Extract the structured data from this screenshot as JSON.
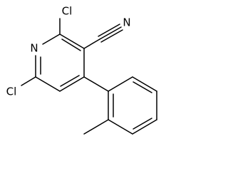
{
  "structure": {
    "atoms": {
      "cl_top": "Cl",
      "cl_bottom": "Cl",
      "n_ring": "N",
      "n_nitrile": "N"
    }
  },
  "colors": {
    "bond": "#000000",
    "label": "#000000",
    "background": "#ffffff"
  }
}
